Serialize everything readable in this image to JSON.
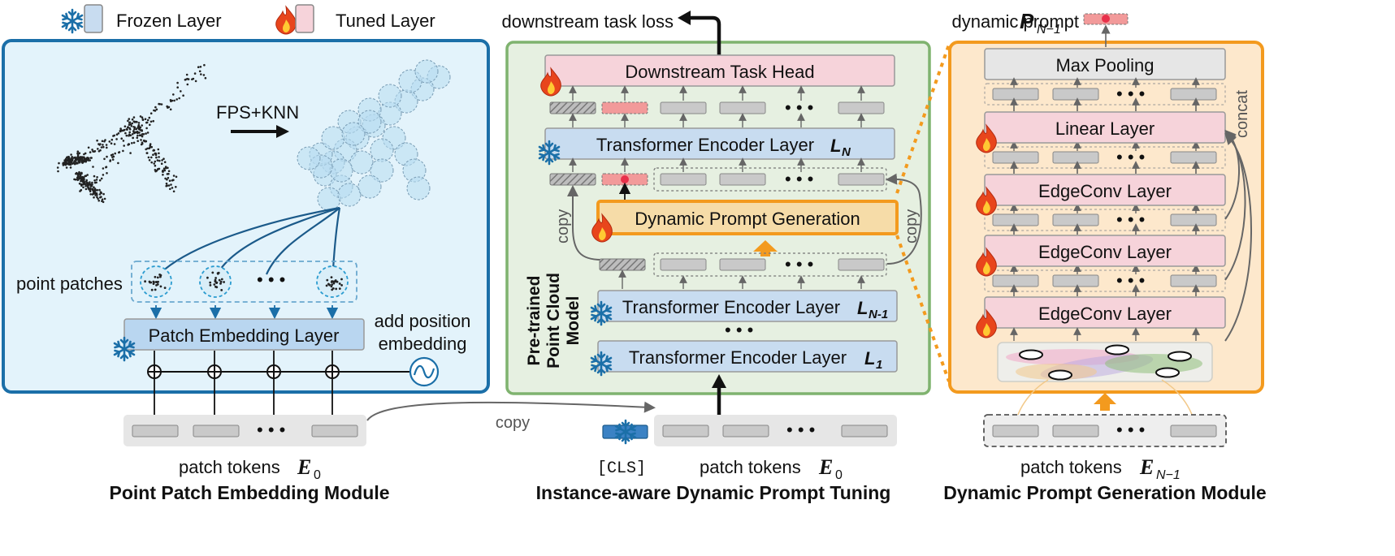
{
  "legend": {
    "frozen_label": "Frozen Layer",
    "tuned_label": "Tuned Layer"
  },
  "left_module": {
    "fps_knn": "FPS+KNN",
    "point_patches": "point patches",
    "ellipsis": "• • •",
    "patch_embedding_layer": "Patch Embedding Layer",
    "add_position_line1": "add position",
    "add_position_line2": "embedding",
    "patch_tokens_label": "patch tokens",
    "patch_tokens_symbol": "E",
    "patch_tokens_sub": "0",
    "module_title": "Point Patch Embedding Module"
  },
  "middle_module": {
    "downstream_loss": "downstream task loss",
    "downstream_head": "Downstream Task Head",
    "encoder_n": "Transformer Encoder Layer",
    "encoder_n_sym": "L",
    "encoder_n_sub": "N",
    "dynamic_prompt_generation": "Dynamic Prompt Generation",
    "encoder_n1": "Transformer Encoder Layer",
    "encoder_n1_sym": "L",
    "encoder_n1_sub": "N-1",
    "encoder_1": "Transformer Encoder Layer",
    "encoder_1_sym": "L",
    "encoder_1_sub": "1",
    "vdots": "• • •",
    "copy_left": "copy",
    "copy_right": "copy",
    "pretrained_line1": "Pre-trained",
    "pretrained_line2": "Point Cloud",
    "pretrained_line3": "Model",
    "cls_label": "[CLS]",
    "patch_tokens_label": "patch tokens",
    "patch_tokens_symbol": "E",
    "patch_tokens_sub": "0",
    "copy_bottom": "copy",
    "module_title": "Instance-aware Dynamic Prompt Tuning"
  },
  "right_module": {
    "dynamic_prompt_label": "dynamic prompt",
    "dynamic_prompt_symbol": "P",
    "dynamic_prompt_sub": "N−1",
    "max_pooling": "Max Pooling",
    "linear_layer": "Linear Layer",
    "edgeconv_1": "EdgeConv Layer",
    "edgeconv_2": "EdgeConv Layer",
    "edgeconv_3": "EdgeConv Layer",
    "concat": "concat",
    "patch_tokens_label": "patch tokens",
    "patch_tokens_symbol": "E",
    "patch_tokens_sub": "N−1",
    "module_title": "Dynamic Prompt Generation Module"
  },
  "colors": {
    "frozen_fill": "#c8dcf0",
    "tuned_fill": "#f6d3da",
    "left_panel_fill": "#e3f3fb",
    "left_panel_border": "#1b6fa8",
    "mid_panel_fill": "#e6f0e1",
    "mid_panel_border": "#7fb36f",
    "right_panel_fill": "#fde8cc",
    "right_panel_border": "#f39a1e",
    "prompt_gen_fill": "#f6dca8",
    "token_fill": "#c9c9c9",
    "flame": "#e8451c"
  }
}
